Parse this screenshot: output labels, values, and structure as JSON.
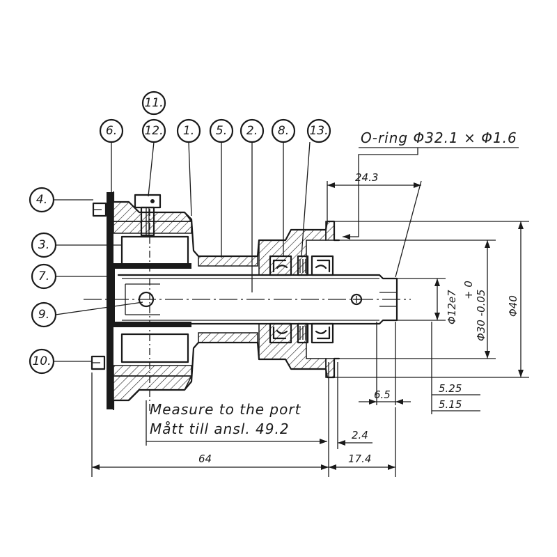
{
  "colors": {
    "ink": "#1a1a1a",
    "background": "#ffffff"
  },
  "callouts": {
    "c1": "1.",
    "c2": "2.",
    "c3": "3.",
    "c4": "4.",
    "c5": "5.",
    "c6": "6.",
    "c7": "7.",
    "c8": "8.",
    "c9": "9.",
    "c10": "10.",
    "c11": "11.",
    "c12": "12.",
    "c13": "13."
  },
  "dimensions": {
    "oring": "O-ring Φ32.1 × Φ1.6",
    "d24_3": "24.3",
    "tolerance_top": "+ 0",
    "d30": "Φ30 -0.05",
    "d12e7": "Φ12e7",
    "d40": "Φ40",
    "d6_5": "6.5",
    "d5_25": "5.25",
    "d5_15": "5.15",
    "d2_4": "2.4",
    "d64": "64",
    "d17_4": "17.4"
  },
  "notes": {
    "measure_en": "Measure to the port",
    "measure_sv": "Mått till ansl. 49.2"
  }
}
